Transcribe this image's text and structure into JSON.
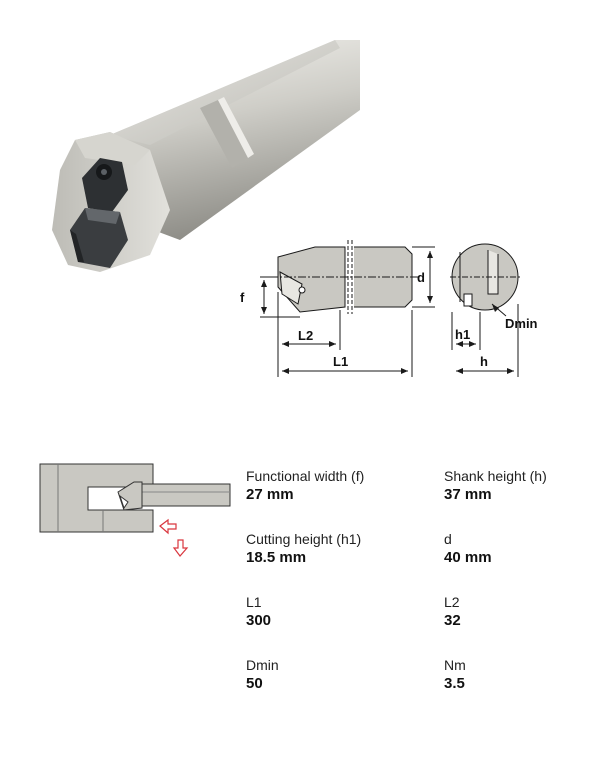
{
  "drawing_labels": {
    "f": "f",
    "l2": "L2",
    "l1": "L1",
    "d": "d",
    "h1": "h1",
    "h": "h",
    "dmin": "Dmin"
  },
  "specs": [
    {
      "label": "Functional width (f)",
      "value": "27 mm"
    },
    {
      "label": "Shank height (h)",
      "value": "37 mm"
    },
    {
      "label": "Cutting height (h1)",
      "value": "18.5 mm"
    },
    {
      "label": "d",
      "value": "40 mm"
    },
    {
      "label": "L1",
      "value": "300"
    },
    {
      "label": "L2",
      "value": "32"
    },
    {
      "label": "Dmin",
      "value": "50"
    },
    {
      "label": "Nm",
      "value": "3.5"
    }
  ],
  "colors": {
    "steel": "#c9c8c2",
    "insert": "#3a3d40",
    "arrow": "#d9363e",
    "line": "#1a1a1a"
  }
}
